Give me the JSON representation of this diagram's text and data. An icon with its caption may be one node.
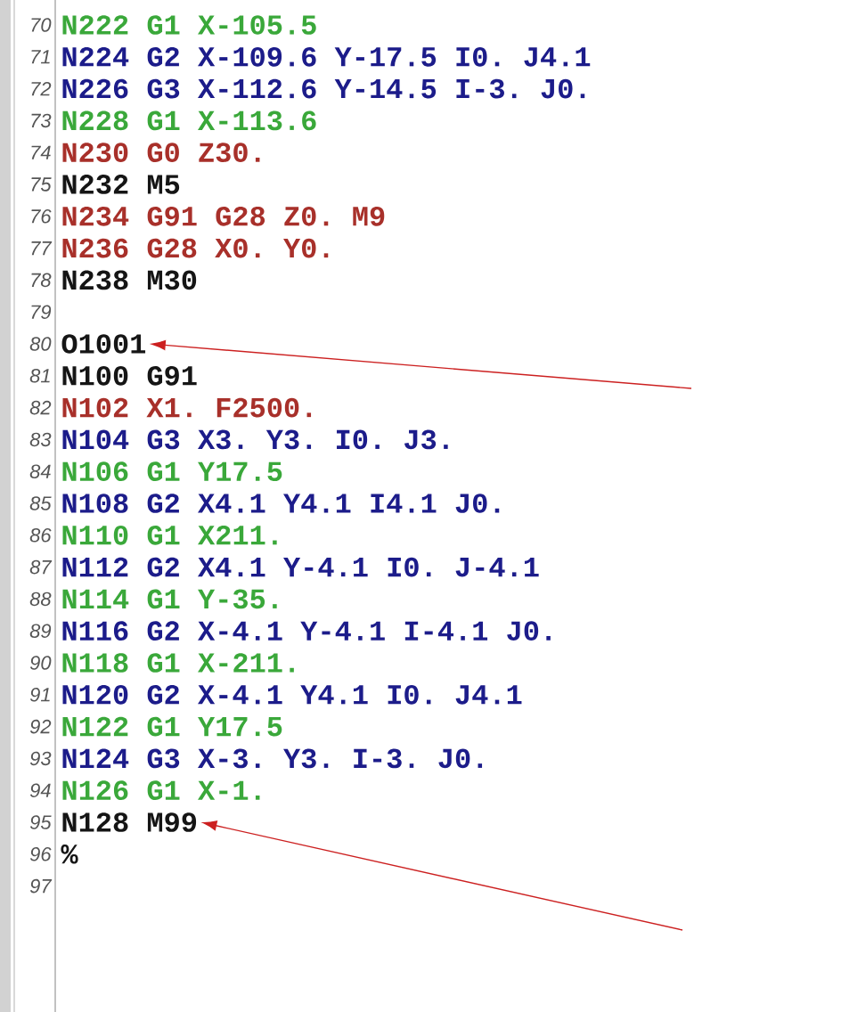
{
  "diagram": {
    "nodes": [
      {
        "text": [
          "O1001"
        ]
      },
      {
        "text": [
          "N128 M99"
        ]
      }
    ],
    "edges": [
      {
        "from": null,
        "to": 0,
        "arrow": "to"
      },
      {
        "from": null,
        "to": 1,
        "arrow": "to"
      }
    ],
    "labels": [
      "70",
      "N222 G1 X-105.5",
      "71",
      "N224 G2 X-109.6 Y-17.5 I0. J4.1",
      "72",
      "N226 G3 X-112.6 Y-14.5 I-3. J0.",
      "73",
      "N228 G1 X-113.6",
      "74",
      "N230 G0 Z30.",
      "75",
      "N232 M5",
      "76",
      "N234 G91 G28 Z0. M9",
      "77",
      "N236 G28 X0. Y0.",
      "78",
      "N238 M30",
      "79",
      "80",
      "81",
      "N100 G91",
      "82",
      "N102 X1. F2500.",
      "83",
      "N104 G3 X3. Y3. I0. J3.",
      "84",
      "N106 G1 Y17.5",
      "85",
      "N108 G2 X4.1 Y4.1 I4.1 J0.",
      "86",
      "N110 G1 X211.",
      "87",
      "N112 G2 X4.1 Y-4.1 I0. J-4.1",
      "88",
      "N114 G1 Y-35.",
      "89",
      "N116 G2 X-4.1 Y-4.1 I-4.1 J0.",
      "90",
      "N118 G1 X-211.",
      "91",
      "N120 G2 X-4.1 Y4.1 I0. J4.1",
      "92",
      "N122 G1 Y17.5",
      "93",
      "N124 G3 X-3. Y3. I-3. J0.",
      "94",
      "N126 G1 X-1.",
      "95",
      "96",
      "%",
      "97"
    ]
  }
}
